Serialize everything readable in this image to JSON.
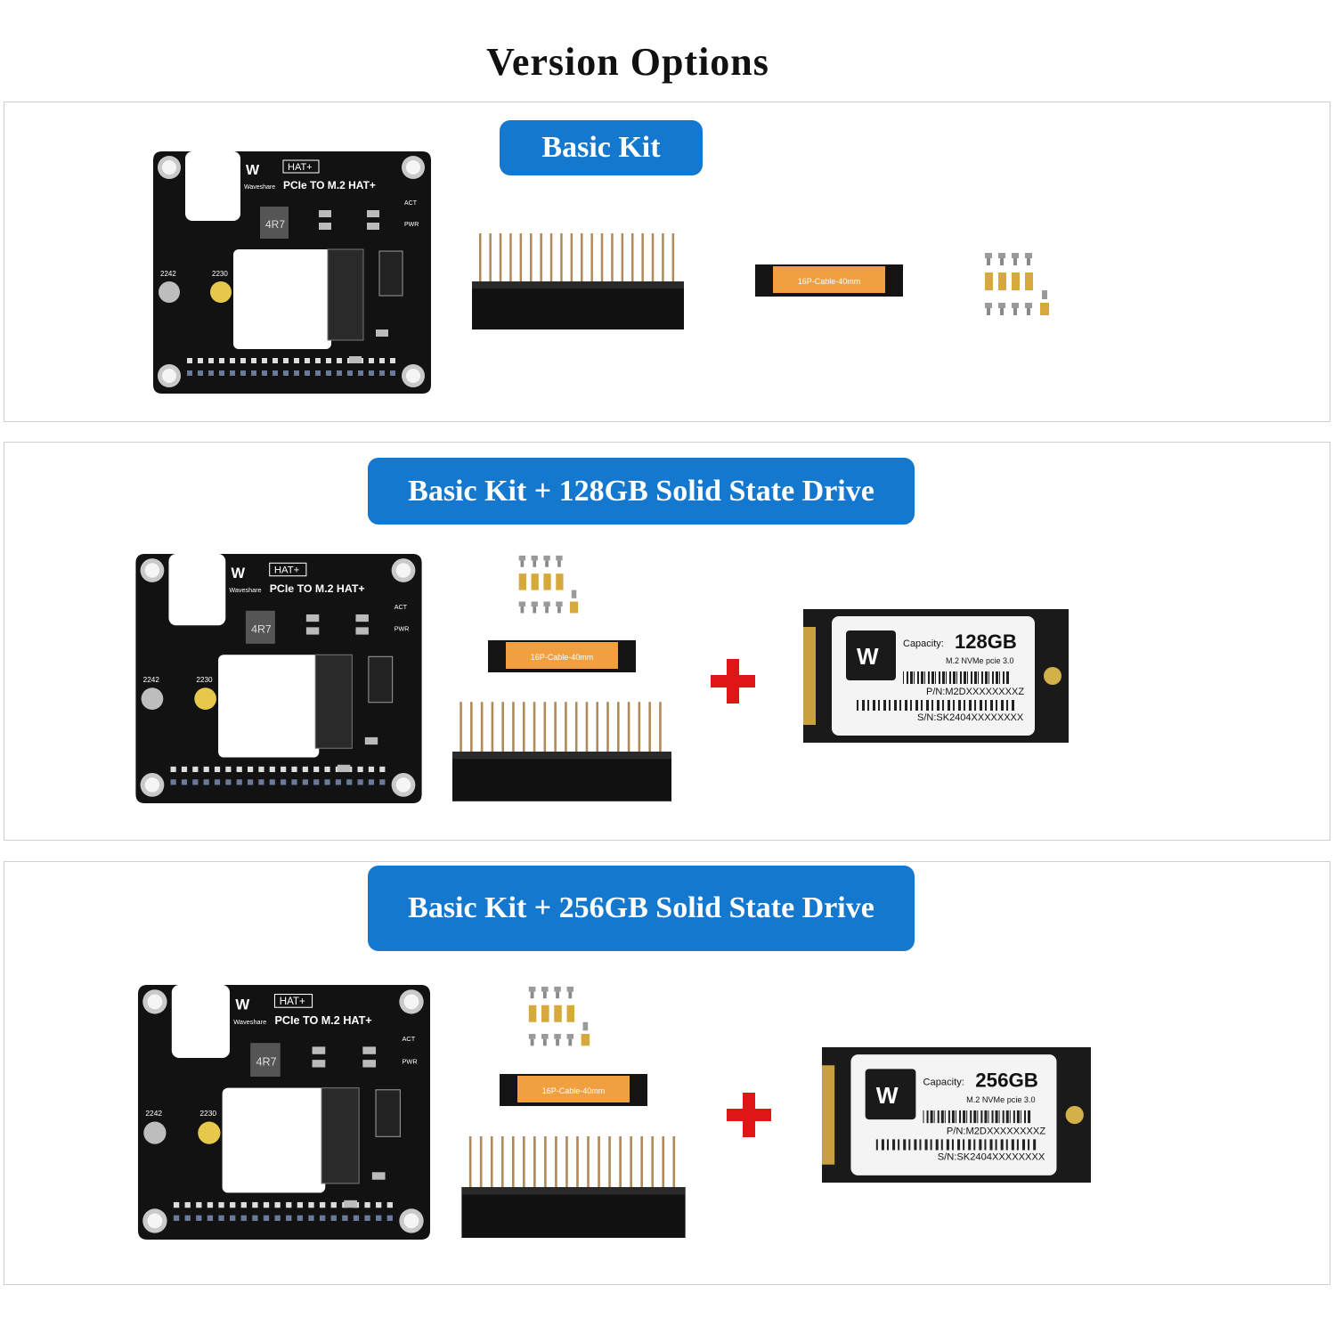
{
  "title": "Version Options",
  "colors": {
    "banner": "#1578cf",
    "plus": "#e01515",
    "pcb": "#121212",
    "cable": "#f0a040"
  },
  "options": [
    {
      "banner": "Basic Kit"
    },
    {
      "banner": "Basic Kit + 128GB Solid State Drive"
    },
    {
      "banner": "Basic Kit + 256GB Solid State Drive"
    }
  ],
  "hat_board": {
    "logo": "Waveshare",
    "badge": "HAT+",
    "name": "PCIe TO M.2 HAT+",
    "inductor": "4R7",
    "size_a": "2242",
    "size_b": "2230",
    "led_act": "ACT",
    "led_pwr": "PWR"
  },
  "cable_label": "16P-Cable-40mm",
  "ssd_128": {
    "capacity_label": "Capacity:",
    "capacity": "128GB",
    "interface": "M.2 NVMe pcie 3.0",
    "pn": "P/N:M2DXXXXXXXXZ",
    "sn": "S/N:SK2404XXXXXXXX"
  },
  "ssd_256": {
    "capacity_label": "Capacity:",
    "capacity": "256GB",
    "interface": "M.2 NVMe pcie 3.0",
    "pn": "P/N:M2DXXXXXXXXZ",
    "sn": "S/N:SK2404XXXXXXXX"
  },
  "plus_sign": "+"
}
